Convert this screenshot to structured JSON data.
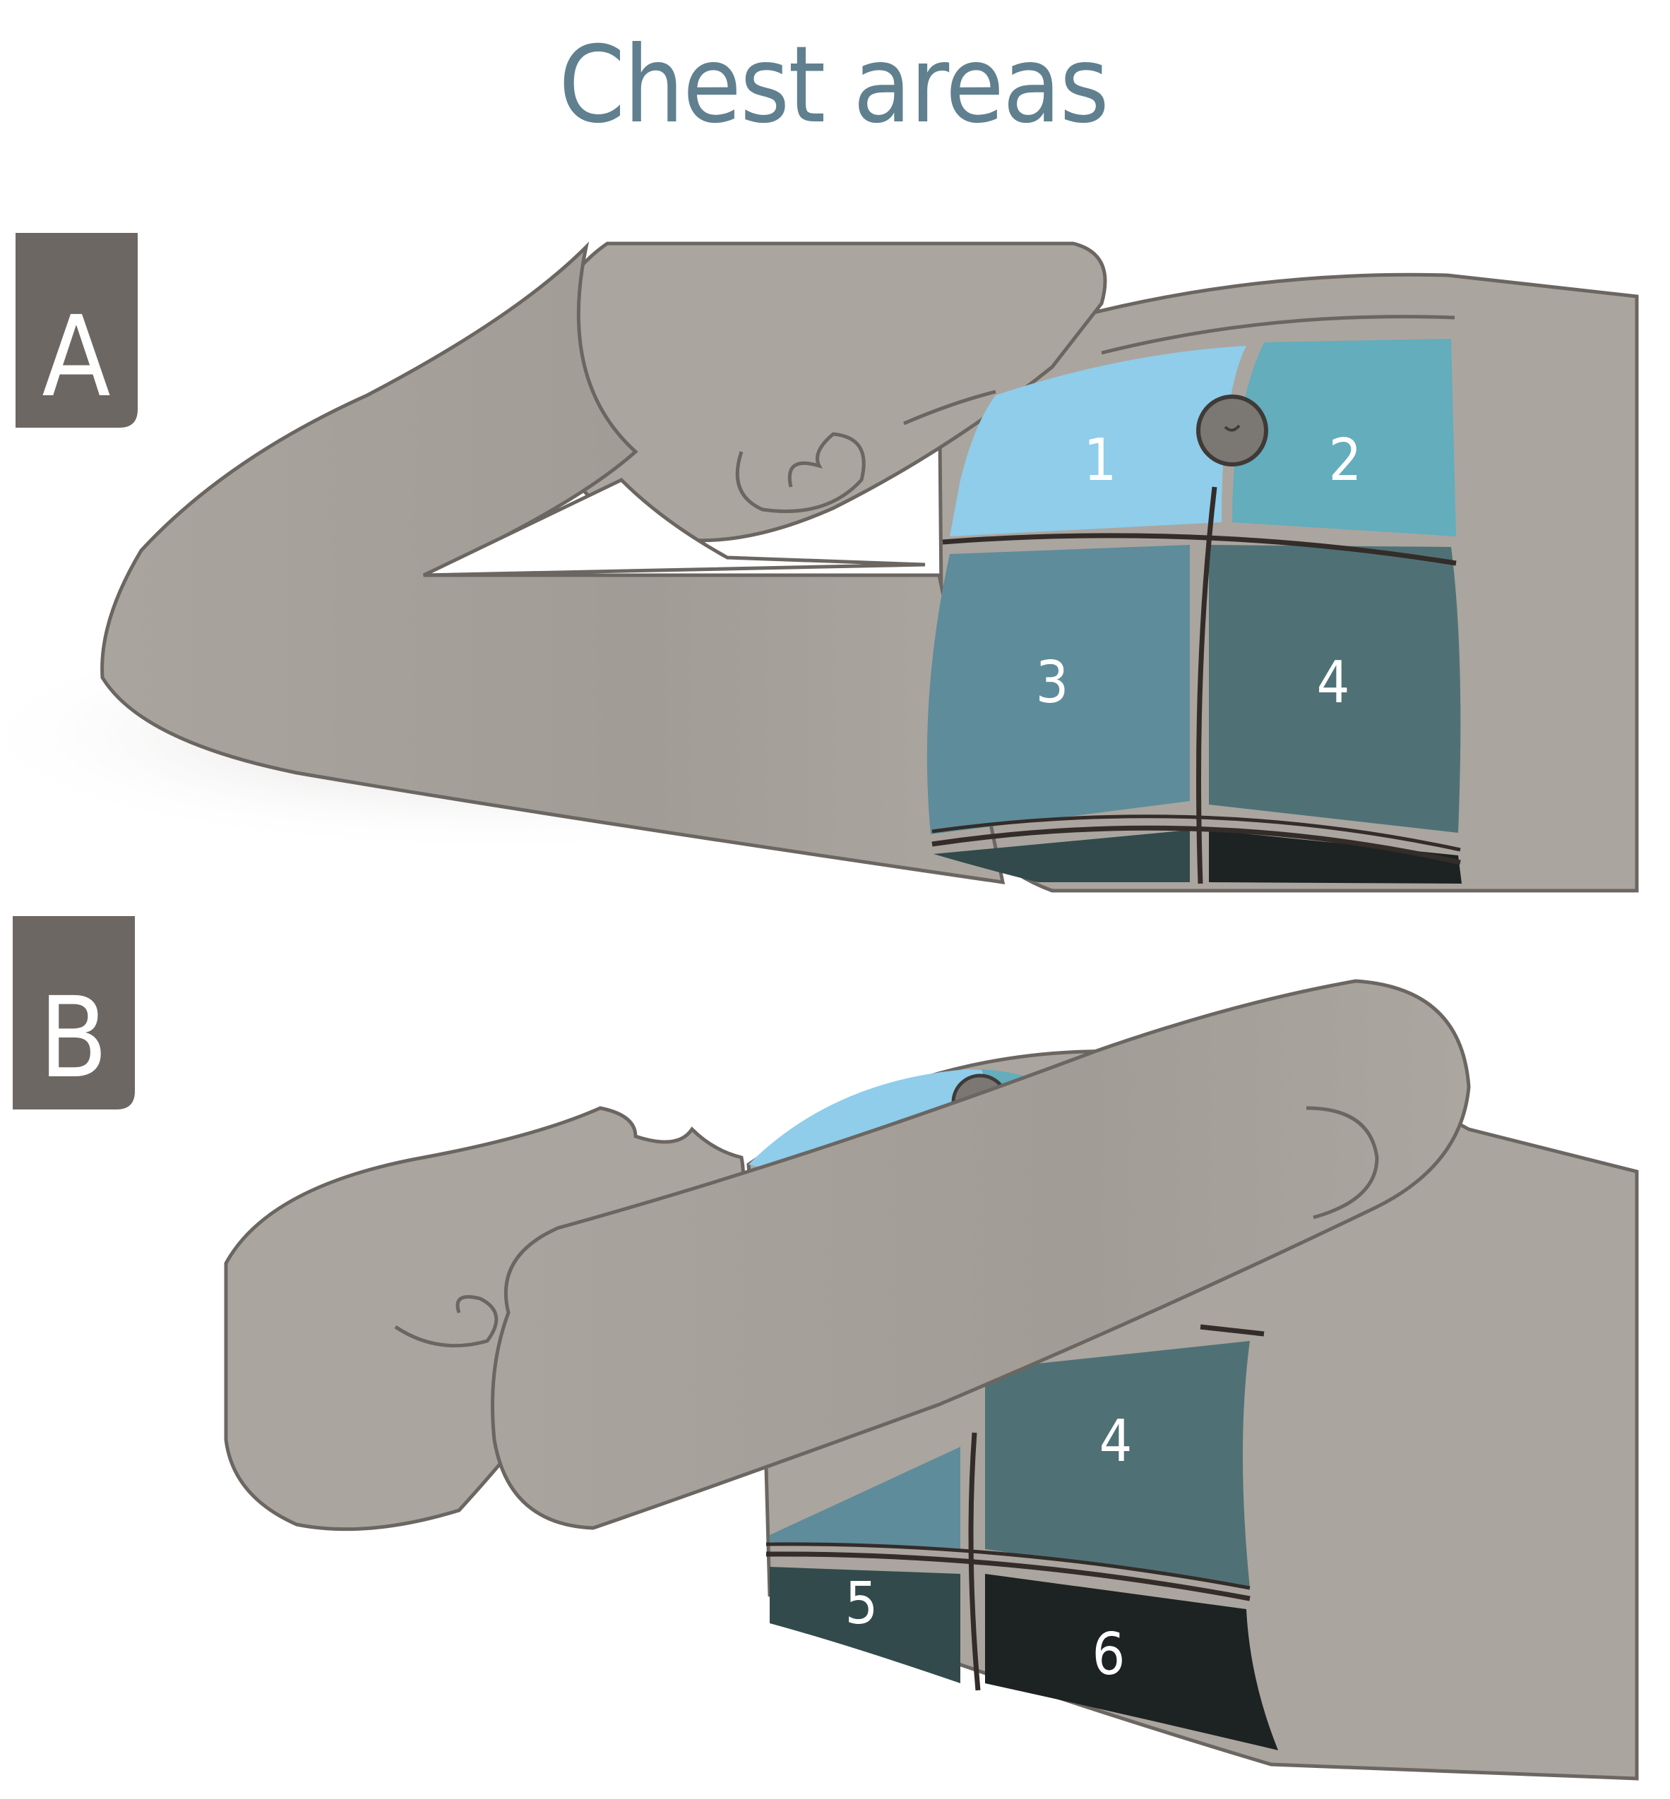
{
  "title": "Chest areas",
  "panels": [
    {
      "badge": "A",
      "areas": [
        "1",
        "2",
        "3",
        "4"
      ]
    },
    {
      "badge": "B",
      "areas": [
        "4",
        "5",
        "6"
      ]
    }
  ],
  "colors": {
    "title": "#60808f",
    "badge": "#6d6763",
    "skin": "#aba59f",
    "outline": "#6b6661",
    "line": "#332c29",
    "area1": "#8fcdea",
    "area2": "#63adbd",
    "area3": "#5e8c9b",
    "area4": "#4f7176",
    "area5": "#324a4b",
    "area6": "#1c2322"
  }
}
